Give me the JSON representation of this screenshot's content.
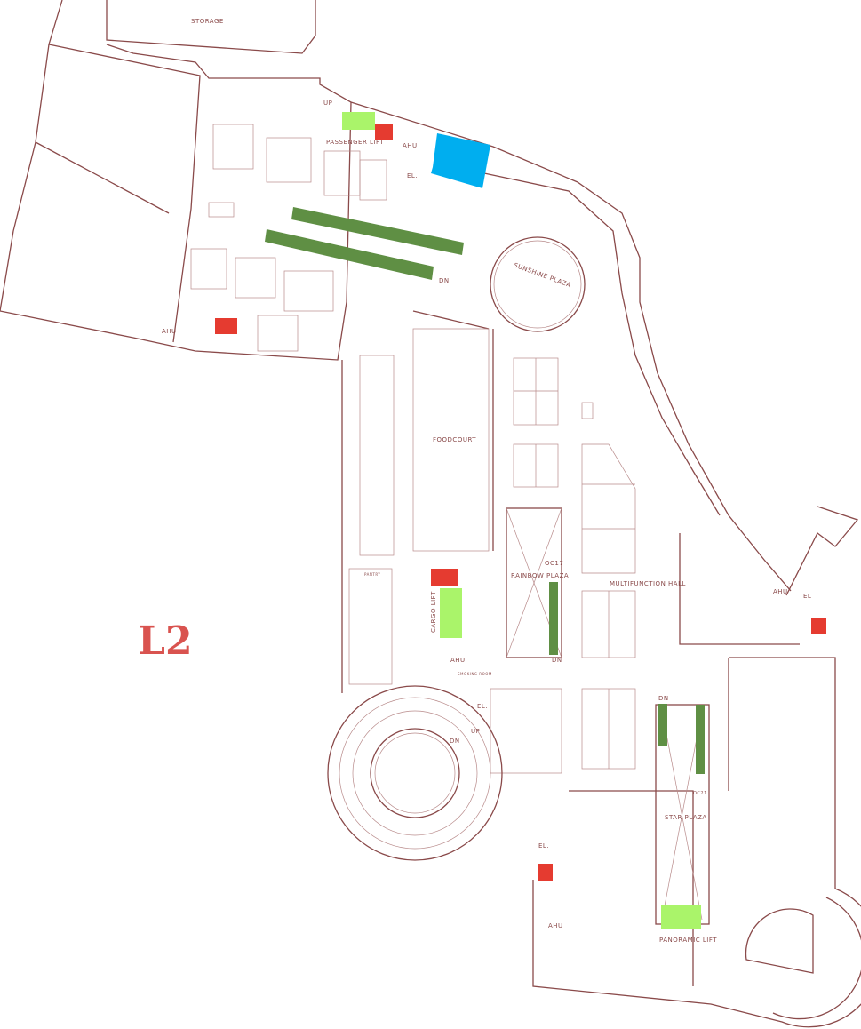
{
  "floor_label": "L2",
  "colors": {
    "wall": "#8a4a4a",
    "lift": "#aaf46a",
    "stair_fire": "#e53b30",
    "escalator": "#5f8f44",
    "ahu_room": "#00aeef",
    "floor_label": "#d9534f"
  },
  "labels": {
    "storage": "STORAGE",
    "up_north": "UP",
    "passenger_lift": "PASSENGER LIFT",
    "ahu_north": "AHU",
    "el_north": "EL.",
    "dn_north": "DN",
    "ahu_west": "AHU",
    "sunshine_plaza": "SUNSHINE PLAZA",
    "foodcourt": "FOODCOURT",
    "rainbow_plaza": "RAINBOW PLAZA",
    "oc17": "OC17",
    "dn_rainbow": "DN",
    "multifunction_hall": "MULTIFUNCTION HALL",
    "pantry": "PANTRY",
    "cargo_lift": "CARGO LIFT",
    "ahu_cargo": "AHU",
    "smoking_room": "SMOKING ROOM",
    "el_center": "EL.",
    "up_center": "UP",
    "dn_center": "DN",
    "dn_star": "DN",
    "oc21": "OC21",
    "star_plaza": "STAR PLAZA",
    "panoramic_lift": "PANORAMIC LIFT",
    "el_south": "EL.",
    "ahu_south": "AHU",
    "ahu_east": "AHU",
    "el_east": "EL"
  }
}
